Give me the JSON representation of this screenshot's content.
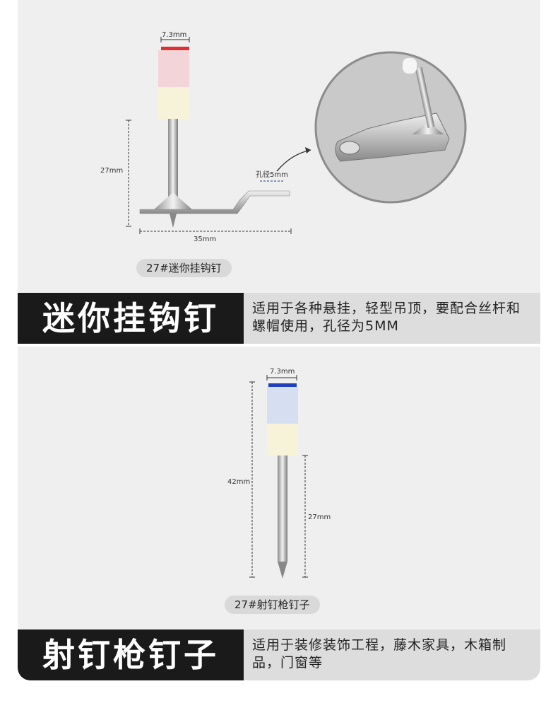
{
  "product1": {
    "dims": {
      "width": "7.3mm",
      "height": "27mm",
      "length": "35mm",
      "hole": "孔径5mm"
    },
    "label": "27#迷你挂钩钉",
    "banner_title": "迷你挂钩钉",
    "banner_desc": "适用于各种悬挂，轻型吊顶，要配合丝杆和螺帽使用，孔径为5MM",
    "cap_color": "#e03030"
  },
  "product2": {
    "dims": {
      "width": "7.3mm",
      "total": "42mm",
      "shank": "27mm"
    },
    "label": "27#射钉枪钉子",
    "banner_title": "射钉枪钉子",
    "banner_desc": "适用于装修装饰工程，藤木家具，木箱制品，门窗等",
    "cap_color": "#2040c0"
  }
}
